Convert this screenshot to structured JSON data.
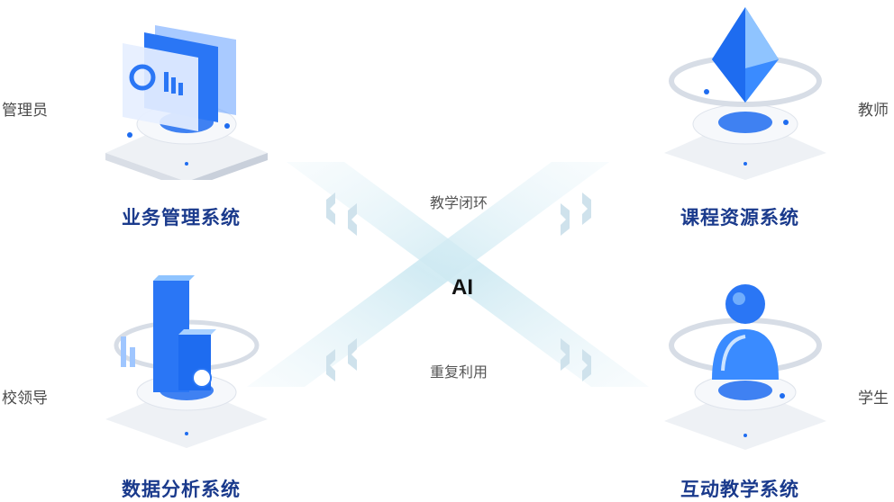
{
  "roles": {
    "admin": "管理员",
    "teacher": "教师",
    "leader": "校领导",
    "student": "学生"
  },
  "systems": {
    "business": "业务管理系统",
    "course": "课程资源系统",
    "analytics": "数据分析系统",
    "interactive": "互动教学系统"
  },
  "center": {
    "top": "教学闭环",
    "ai": "AI",
    "bottom": "重复利用"
  },
  "icons": {
    "business": "dashboard-monitor-icon",
    "course": "crystal-gem-icon",
    "analytics": "data-towers-icon",
    "interactive": "user-figure-icon"
  },
  "colors": {
    "accent_blue": "#1e6cf0",
    "title_blue": "#1a3a8c",
    "cross_tint": "#cfe9f2"
  }
}
